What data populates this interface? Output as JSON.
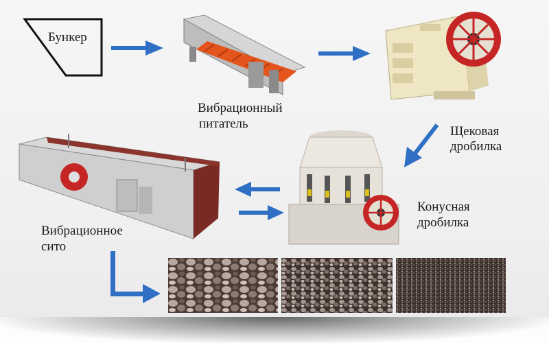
{
  "labels": {
    "bunker": "Бункер",
    "feeder_line1": "Вибрационный",
    "feeder_line2": "питатель",
    "jaw_line1": "Щековая",
    "jaw_line2": "дробилка",
    "cone_line1": "Конусная",
    "cone_line2": "дробилка",
    "screen_line1": "Вибрационное",
    "screen_line2": "сито"
  },
  "colors": {
    "arrow": "#2f6fc4",
    "feeder_body": "#c8c8c8",
    "feeder_belt": "#e4551e",
    "jaw_body": "#efe6c4",
    "jaw_wheel": "#c62525",
    "cone_body": "#ece7df",
    "screen_body": "#cfcfcf",
    "screen_side": "#7a2a24"
  },
  "icons": {
    "hopper": "hopper-outline-icon",
    "feeder": "vibrating-feeder-icon",
    "jaw": "jaw-crusher-icon",
    "cone": "cone-crusher-icon",
    "screen": "vibrating-screen-icon"
  }
}
